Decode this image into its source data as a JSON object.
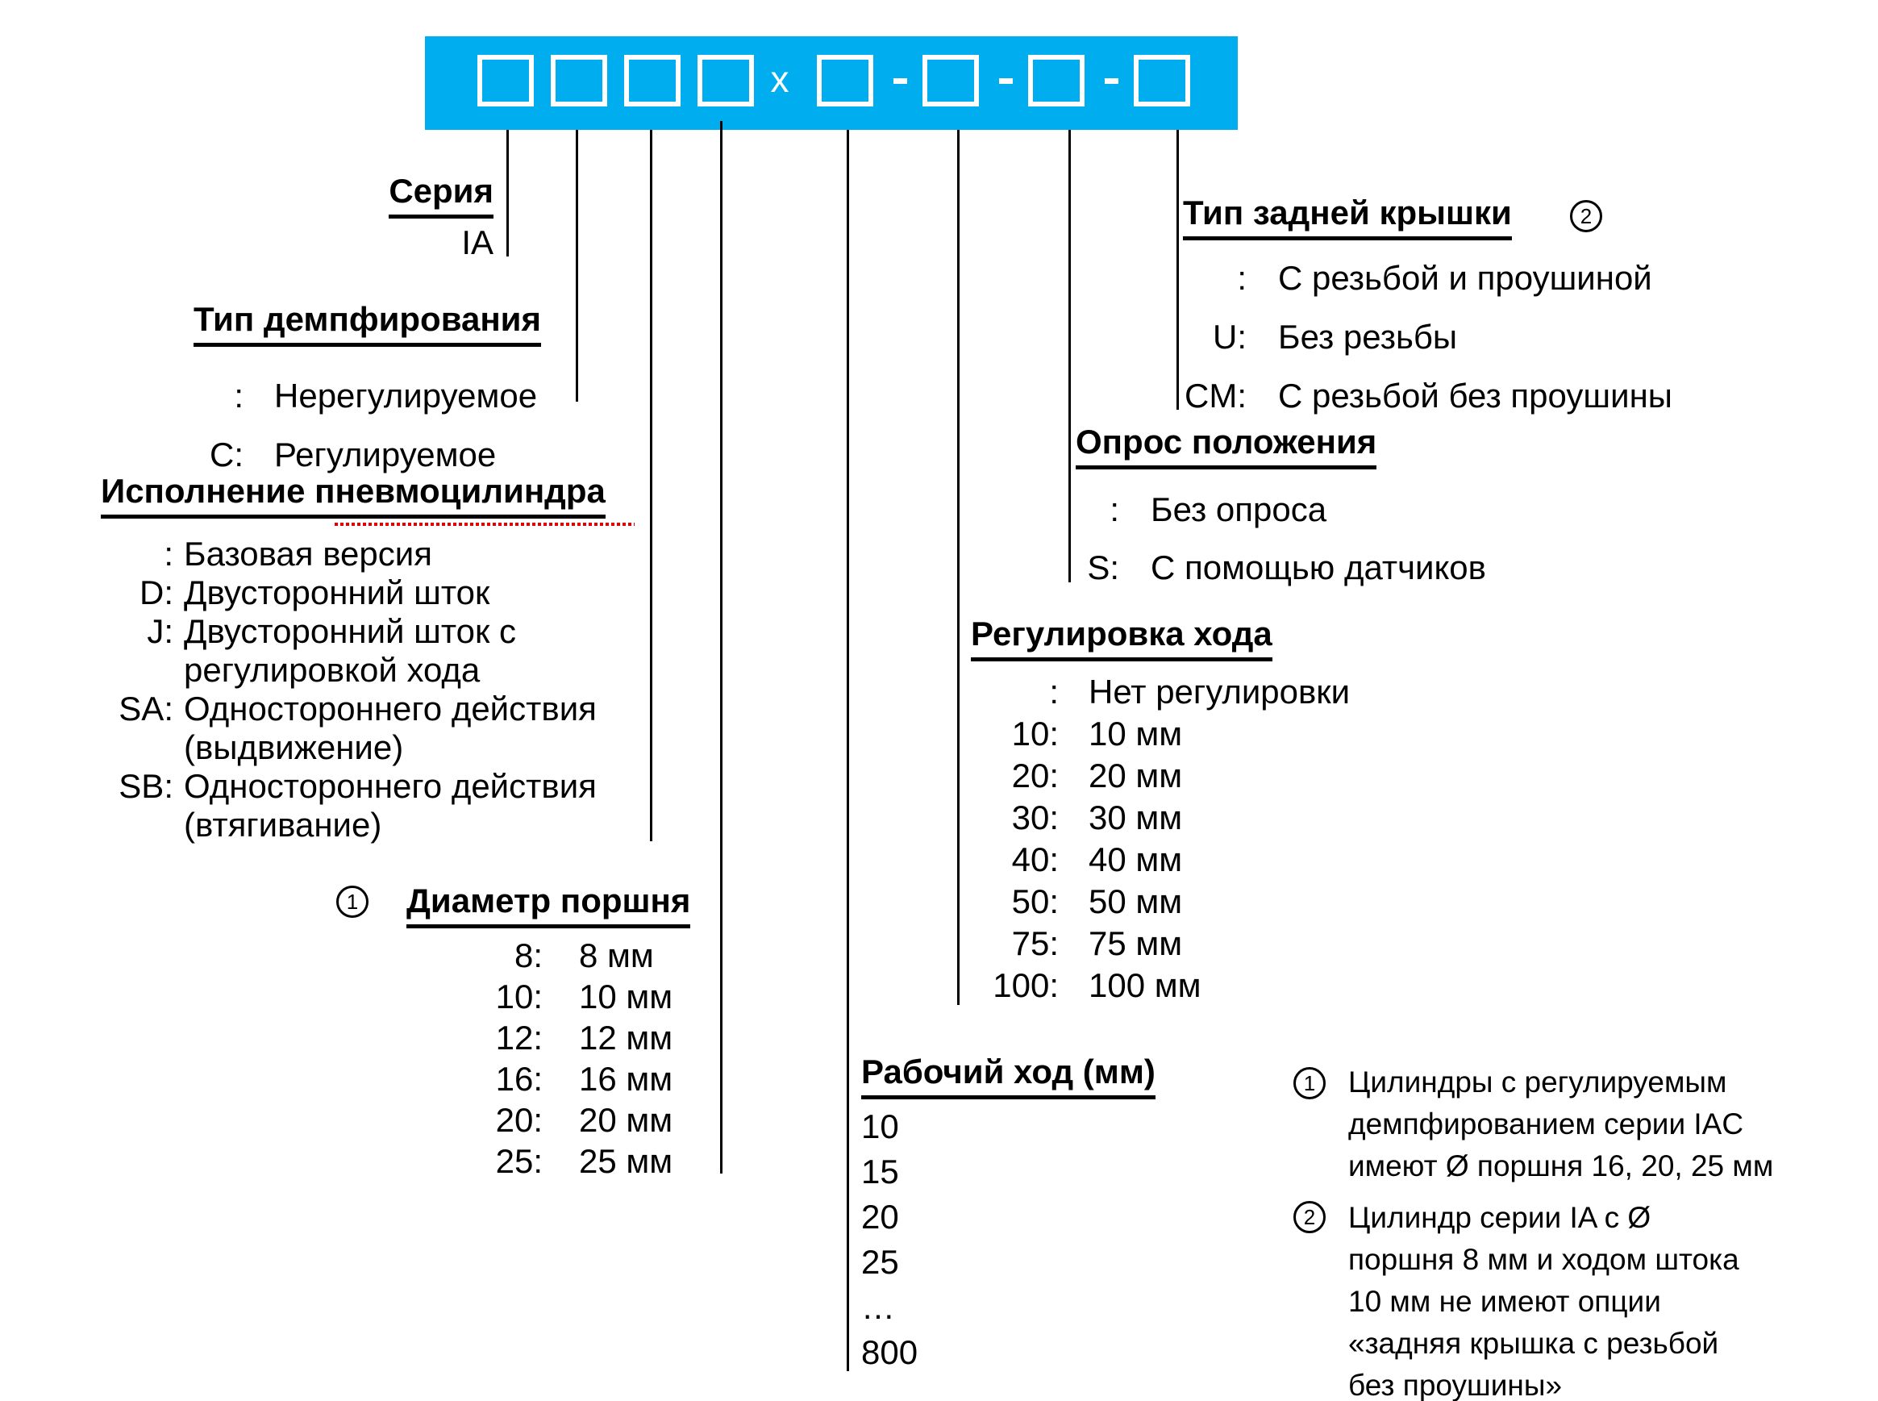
{
  "colors": {
    "accent": "#00AEEF",
    "ink": "#000000",
    "spellcheck": "#e40000"
  },
  "bar": {
    "separator_x": "x",
    "hyphen": "-",
    "box_count": 8
  },
  "badges": {
    "one": "1",
    "two": "2"
  },
  "sections": {
    "series": {
      "title": "Серия",
      "value": "IA"
    },
    "damping": {
      "title": "Тип демпфирования",
      "rows": [
        [
          ":",
          "Нерегулируемое"
        ],
        [
          "C:",
          "Регулируемое"
        ]
      ]
    },
    "execution": {
      "title": "Исполнение пневмоцилиндра",
      "rows": [
        [
          ":",
          "Базовая версия"
        ],
        [
          "D:",
          "Двусторонний шток"
        ],
        [
          "J:",
          "Двусторонний шток с"
        ],
        [
          "",
          "регулировкой хода"
        ],
        [
          "SA:",
          "Одностороннего действия"
        ],
        [
          "",
          "(выдвижение)"
        ],
        [
          "SB:",
          "Одностороннего действия"
        ],
        [
          "",
          "(втягивание)"
        ]
      ]
    },
    "diameter": {
      "badge": "1",
      "title": "Диаметр поршня",
      "rows": [
        [
          "8:",
          "8 мм"
        ],
        [
          "10:",
          "10 мм"
        ],
        [
          "12:",
          "12 мм"
        ],
        [
          "16:",
          "16 мм"
        ],
        [
          "20:",
          "20 мм"
        ],
        [
          "25:",
          "25 мм"
        ]
      ]
    },
    "stroke": {
      "title": "Рабочий ход (мм)",
      "values": [
        "10",
        "15",
        "20",
        "25",
        "…",
        "800"
      ]
    },
    "adjust": {
      "title": "Регулировка хода",
      "rows": [
        [
          ":",
          "Нет регулировки"
        ],
        [
          "10:",
          "10 мм"
        ],
        [
          "20:",
          "20 мм"
        ],
        [
          "30:",
          "30 мм"
        ],
        [
          "40:",
          "40 мм"
        ],
        [
          "50:",
          "50 мм"
        ],
        [
          "75:",
          "75 мм"
        ],
        [
          "100:",
          "100 мм"
        ]
      ]
    },
    "sensing": {
      "title": "Опрос положения",
      "rows": [
        [
          ":",
          "Без опроса"
        ],
        [
          "S:",
          "С помощью датчиков"
        ]
      ]
    },
    "endcap": {
      "badge": "2",
      "title": "Тип задней крышки",
      "rows": [
        [
          ":",
          "С резьбой и проушиной"
        ],
        [
          "U:",
          "Без резьбы"
        ],
        [
          "CM:",
          "С резьбой без проушины"
        ]
      ]
    }
  },
  "notes": [
    {
      "badge": "1",
      "lines": [
        "Цилиндры с регулируемым",
        "демпфированием серии IAC",
        "имеют Ø поршня 16, 20, 25 мм"
      ]
    },
    {
      "badge": "2",
      "lines": [
        "Цилиндр серии IA с Ø",
        "поршня 8 мм и ходом штока",
        "10 мм не имеют опции",
        "«задняя крышка с резьбой",
        "без проушины»"
      ]
    }
  ]
}
